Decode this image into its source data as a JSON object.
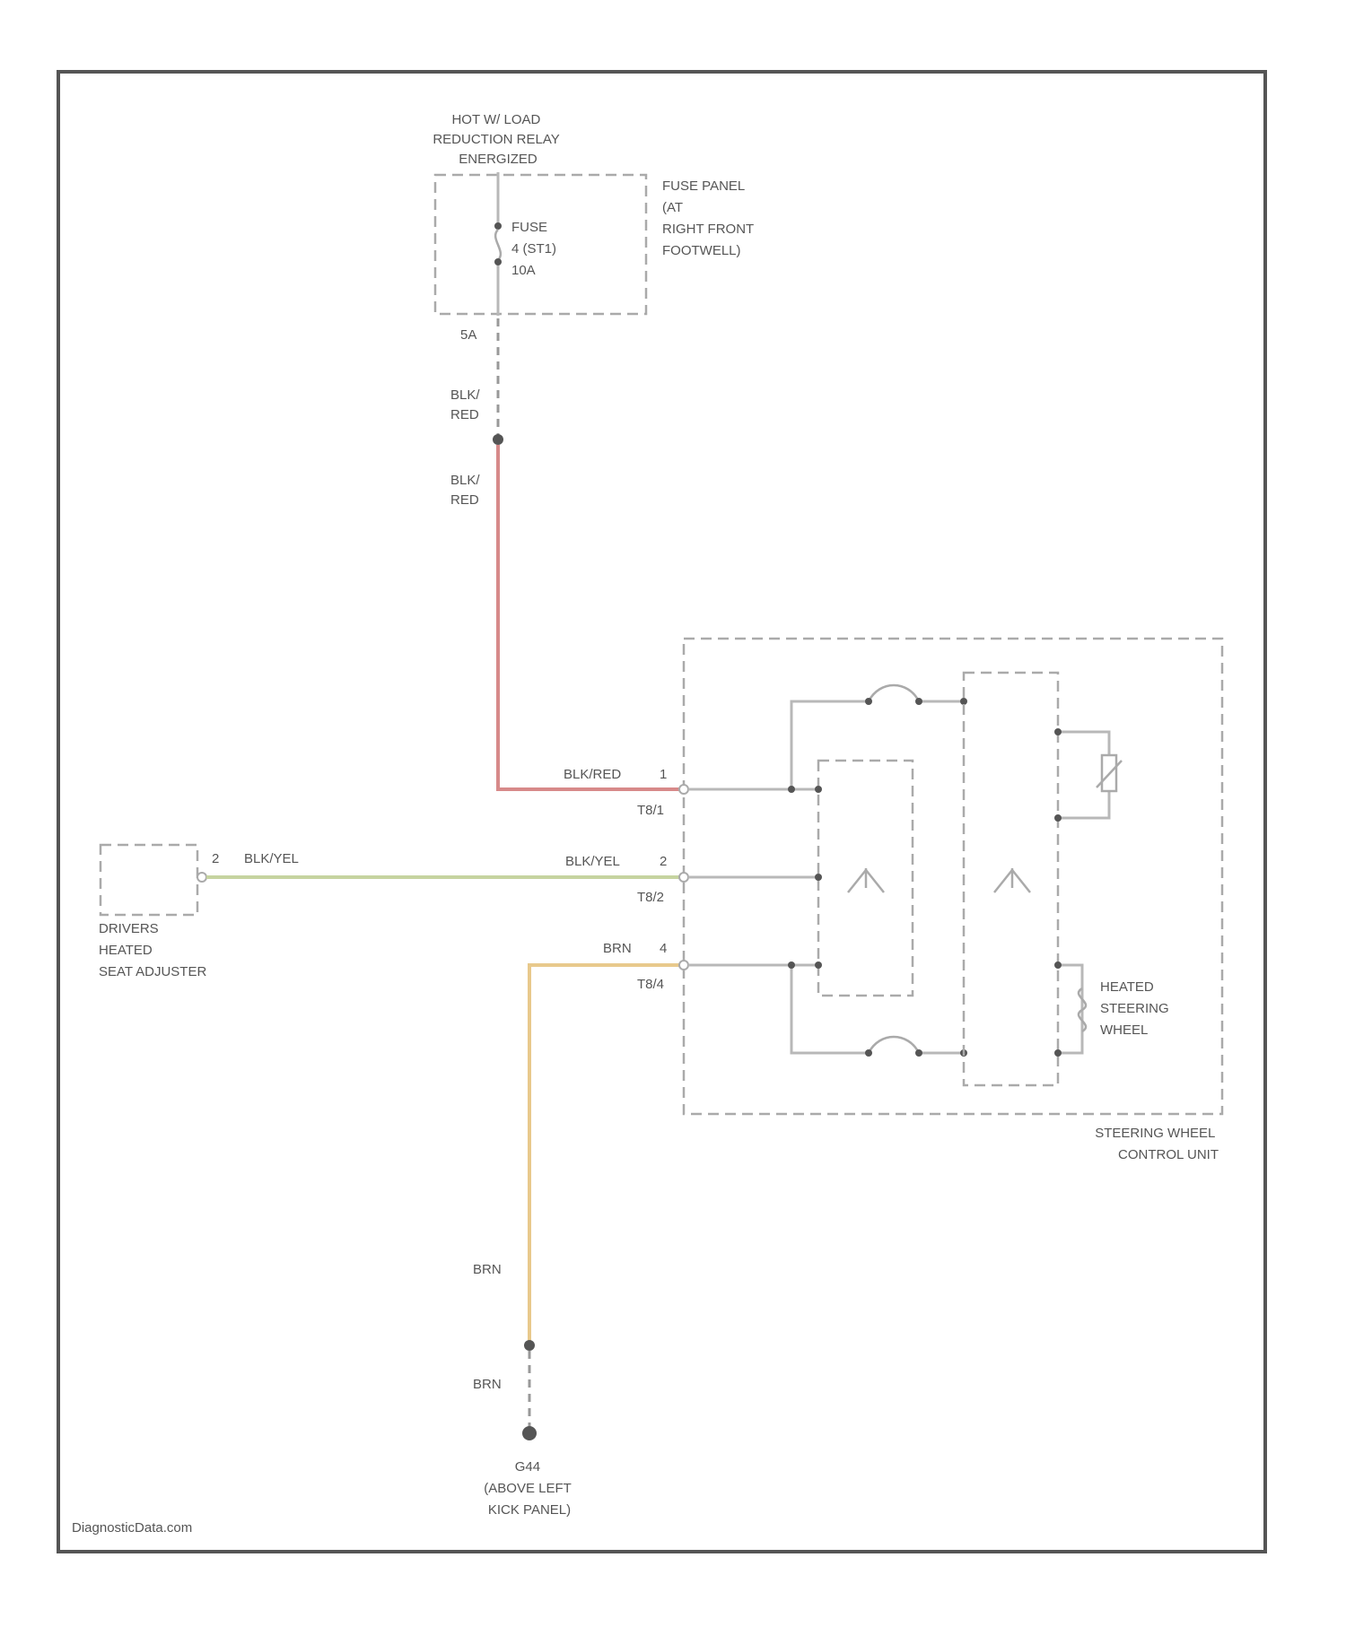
{
  "hot_relay": {
    "lines": [
      "HOT W/ LOAD",
      "REDUCTION RELAY",
      "ENERGIZED"
    ]
  },
  "fuse": {
    "lines": [
      "FUSE",
      "4 (ST1)",
      "10A"
    ],
    "terminal": "5A"
  },
  "fuse_panel": {
    "lines": [
      "FUSE PANEL",
      "(AT",
      "RIGHT FRONT",
      "FOOTWELL)"
    ]
  },
  "wire_upper_1": {
    "lines": [
      "BLK/",
      "RED"
    ]
  },
  "wire_upper_2": {
    "lines": [
      "BLK/",
      "RED"
    ]
  },
  "connectors": [
    {
      "wire": "BLK/RED",
      "pin": "1",
      "name": "T8/1"
    },
    {
      "wire": "BLK/YEL",
      "pin": "2",
      "name": "T8/2"
    },
    {
      "wire": "BRN",
      "pin": "4",
      "name": "T8/4"
    }
  ],
  "seat_adjuster": {
    "pin": "2",
    "wire": "BLK/YEL",
    "lines": [
      "DRIVERS",
      "HEATED",
      "SEAT ADJUSTER"
    ]
  },
  "heated_wheel": {
    "lines": [
      "HEATED",
      "STEERING",
      "WHEEL"
    ]
  },
  "control_unit": {
    "lines": [
      "STEERING WHEEL",
      "CONTROL UNIT"
    ]
  },
  "ground_wires": {
    "upper": "BRN",
    "lower": "BRN"
  },
  "ground": {
    "lines": [
      "G44",
      "(ABOVE LEFT",
      "KICK PANEL)"
    ]
  },
  "watermark": "DiagnosticData.com"
}
